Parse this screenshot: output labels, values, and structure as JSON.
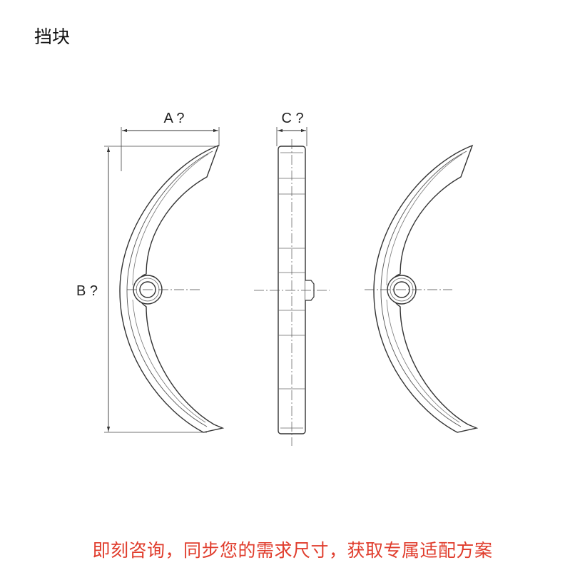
{
  "title": "挡块",
  "dimensions": {
    "a_label": "A ?",
    "b_label": "B ?",
    "c_label": "C ?"
  },
  "cta_text": "即刻咨询，同步您的需求尺寸，获取专属适配方案",
  "colors": {
    "cta": "#e03c2c",
    "line": "#333333"
  }
}
